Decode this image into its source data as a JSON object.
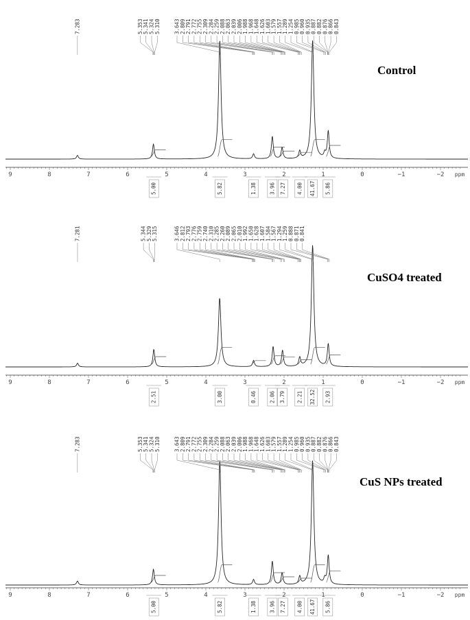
{
  "figure": {
    "unit_label": "ppm"
  },
  "chart_data": [
    {
      "type": "line",
      "sample": "Control",
      "x_axis": {
        "reversed": true,
        "range": [
          9.2,
          -2.3
        ],
        "unit": "ppm",
        "ticks": [
          "9",
          "8",
          "7",
          "6",
          "5",
          "4",
          "3",
          "2",
          "1",
          "0",
          "-1",
          "-2"
        ]
      },
      "peaks": [
        {
          "ppm": 7.283,
          "height": 0.03
        },
        {
          "ppm": 5.34,
          "height": 0.12
        },
        {
          "ppm": 3.643,
          "height": 0.95
        },
        {
          "ppm": 2.78,
          "height": 0.04
        },
        {
          "ppm": 2.3,
          "height": 0.18
        },
        {
          "ppm": 2.05,
          "height": 0.09
        },
        {
          "ppm": 1.6,
          "height": 0.06
        },
        {
          "ppm": 1.27,
          "height": 0.95
        },
        {
          "ppm": 0.96,
          "height": 0.04
        },
        {
          "ppm": 0.87,
          "height": 0.22
        }
      ],
      "peak_labels_groups": [
        [
          "7.283"
        ],
        [
          "5.353",
          "5.341",
          "5.324",
          "5.310"
        ],
        [
          "3.643",
          "2.809",
          "2.791",
          "2.772",
          "2.755",
          "2.309",
          "2.284",
          "2.259",
          "2.088",
          "2.063",
          "2.039",
          "2.006",
          "1.988",
          "1.968",
          "1.648",
          "1.626",
          "1.603",
          "1.579",
          "1.557",
          "1.289",
          "1.254",
          "0.985",
          "0.960",
          "0.935",
          "0.887",
          "0.882",
          "0.876",
          "0.866",
          "0.843"
        ]
      ],
      "integrals": [
        {
          "ppm": 5.33,
          "value": "5.00"
        },
        {
          "ppm": 3.64,
          "value": "5.82"
        },
        {
          "ppm": 2.78,
          "value": "1.38"
        },
        {
          "ppm": 2.3,
          "value": "3.96"
        },
        {
          "ppm": 2.03,
          "value": "7.27"
        },
        {
          "ppm": 1.6,
          "value": "4.00"
        },
        {
          "ppm": 1.27,
          "value": "41.67"
        },
        {
          "ppm": 0.88,
          "value": "5.86"
        }
      ]
    },
    {
      "type": "line",
      "sample": "CuSO4 treated",
      "x_axis": {
        "reversed": true,
        "range": [
          9.2,
          -2.3
        ],
        "unit": "ppm",
        "ticks": [
          "9",
          "8",
          "7",
          "6",
          "5",
          "4",
          "3",
          "2",
          "1",
          "0",
          "-1",
          "-2"
        ]
      },
      "peaks": [
        {
          "ppm": 7.281,
          "height": 0.03
        },
        {
          "ppm": 5.33,
          "height": 0.14
        },
        {
          "ppm": 3.646,
          "height": 0.55
        },
        {
          "ppm": 2.78,
          "height": 0.05
        },
        {
          "ppm": 2.28,
          "height": 0.16
        },
        {
          "ppm": 2.04,
          "height": 0.13
        },
        {
          "ppm": 1.6,
          "height": 0.07
        },
        {
          "ppm": 1.27,
          "height": 0.97
        },
        {
          "ppm": 0.87,
          "height": 0.18
        }
      ],
      "peak_labels_groups": [
        [
          "7.281"
        ],
        [
          "5.344",
          "5.329",
          "5.315"
        ],
        [
          "3.646",
          "2.812",
          "2.793",
          "2.776",
          "2.759",
          "2.740",
          "2.310",
          "2.285",
          "2.260",
          "2.089",
          "2.065",
          "2.010",
          "1.992",
          "1.650",
          "1.628",
          "1.607",
          "1.584",
          "1.567",
          "1.294",
          "1.259",
          "0.888",
          "0.871",
          "0.841"
        ]
      ],
      "integrals": [
        {
          "ppm": 5.33,
          "value": "2.51"
        },
        {
          "ppm": 3.64,
          "value": "3.00"
        },
        {
          "ppm": 2.78,
          "value": "0.46"
        },
        {
          "ppm": 2.3,
          "value": "2.06"
        },
        {
          "ppm": 2.04,
          "value": "3.79"
        },
        {
          "ppm": 1.6,
          "value": "2.21"
        },
        {
          "ppm": 1.27,
          "value": "32.52"
        },
        {
          "ppm": 0.88,
          "value": "2.93"
        }
      ]
    },
    {
      "type": "line",
      "sample": "CuS NPs treated",
      "x_axis": {
        "reversed": true,
        "range": [
          9.2,
          -2.3
        ],
        "unit": "ppm",
        "ticks": [
          "9",
          "8",
          "7",
          "6",
          "5",
          "4",
          "3",
          "2",
          "1",
          "0",
          "-1",
          "-2"
        ]
      },
      "peaks": [
        {
          "ppm": 7.283,
          "height": 0.03
        },
        {
          "ppm": 5.34,
          "height": 0.12
        },
        {
          "ppm": 3.643,
          "height": 0.95
        },
        {
          "ppm": 2.78,
          "height": 0.04
        },
        {
          "ppm": 2.3,
          "height": 0.18
        },
        {
          "ppm": 2.05,
          "height": 0.09
        },
        {
          "ppm": 1.6,
          "height": 0.06
        },
        {
          "ppm": 1.27,
          "height": 0.95
        },
        {
          "ppm": 0.96,
          "height": 0.04
        },
        {
          "ppm": 0.87,
          "height": 0.22
        }
      ],
      "peak_labels_groups": [
        [
          "7.283"
        ],
        [
          "5.353",
          "5.341",
          "5.324",
          "5.310"
        ],
        [
          "3.643",
          "2.809",
          "2.791",
          "2.772",
          "2.755",
          "2.309",
          "2.284",
          "2.259",
          "2.088",
          "2.063",
          "2.039",
          "2.006",
          "1.988",
          "1.968",
          "1.648",
          "1.626",
          "1.603",
          "1.579",
          "1.557",
          "1.289",
          "1.254",
          "0.985",
          "0.960",
          "0.935",
          "0.887",
          "0.882",
          "0.876",
          "0.866",
          "0.843"
        ]
      ],
      "integrals": [
        {
          "ppm": 5.33,
          "value": "5.00"
        },
        {
          "ppm": 3.64,
          "value": "5.82"
        },
        {
          "ppm": 2.78,
          "value": "1.38"
        },
        {
          "ppm": 2.3,
          "value": "3.96"
        },
        {
          "ppm": 2.03,
          "value": "7.27"
        },
        {
          "ppm": 1.6,
          "value": "4.00"
        },
        {
          "ppm": 1.27,
          "value": "41.67"
        },
        {
          "ppm": 0.88,
          "value": "5.86"
        }
      ]
    }
  ]
}
